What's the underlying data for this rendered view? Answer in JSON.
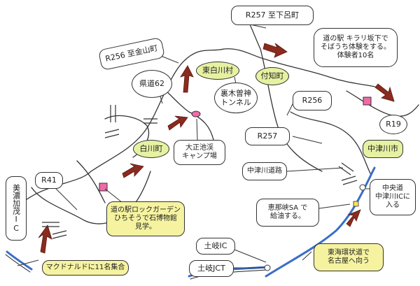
{
  "colors": {
    "road": "#333333",
    "highway": "#3a6ec8",
    "arrow": "#8b2a1e",
    "town_fill": "#e6f2a2",
    "note_fill": "#f6f3a0",
    "poi": "#f06aa8",
    "junction": "#f5e35a"
  },
  "labels": {
    "r257_shitara": "R257 至下呂町",
    "r256_kanayama": "R256 至金山町",
    "kendo62": "県道62",
    "shirakawa_town_top": "東白川村",
    "shirakawa_town_left": "白川町",
    "kashimo": "付知町",
    "ura_tunnel": "裏木曽神\nトンネル",
    "r256": "R256",
    "r257": "R257",
    "r19": "R19",
    "nakatsugawa_city": "中津川市",
    "michinoeki_top": "道の駅 キラリ坂下で\nそばうち体験をする。\n体験者10名",
    "camp": "大正池渓\nキャンプ場",
    "nakatsu_road": "中津川道路",
    "r41": "R41",
    "minokamo_ic": "美濃加茂IC",
    "michinoeki_left": "道の駅ロックガーデン\nひちそうで石博物館\n見学。",
    "mcdonalds": "マクドナルドに11名集合",
    "ena_sa": "恵那峡SA で\n給油する。",
    "chuo_exp": "中央道\n中津川ICに\n入る",
    "tokai_loop": "東海環状道で\n名古屋へ向う",
    "toki_ic": "土岐IC",
    "toki_jct": "土岐JCT"
  }
}
